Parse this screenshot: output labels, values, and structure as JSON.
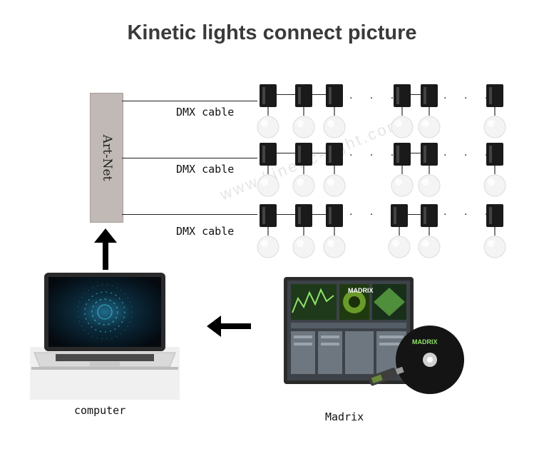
{
  "title": "Kinetic lights connect picture",
  "hub": {
    "label": "Art-Net"
  },
  "cables": [
    {
      "label": "DMX cable"
    },
    {
      "label": "DMX cable"
    },
    {
      "label": "DMX cable"
    }
  ],
  "ellipsis": "· · ·",
  "computer": {
    "caption": "computer"
  },
  "madrix": {
    "caption": "Madrix",
    "brand": "MADRIX"
  },
  "watermark": "www.kinetic-light.com",
  "colors": {
    "hub": "#c0b9b5",
    "fixture": "#1a1a1a",
    "ball": "#f4f4f4",
    "arrow": "#000000"
  }
}
